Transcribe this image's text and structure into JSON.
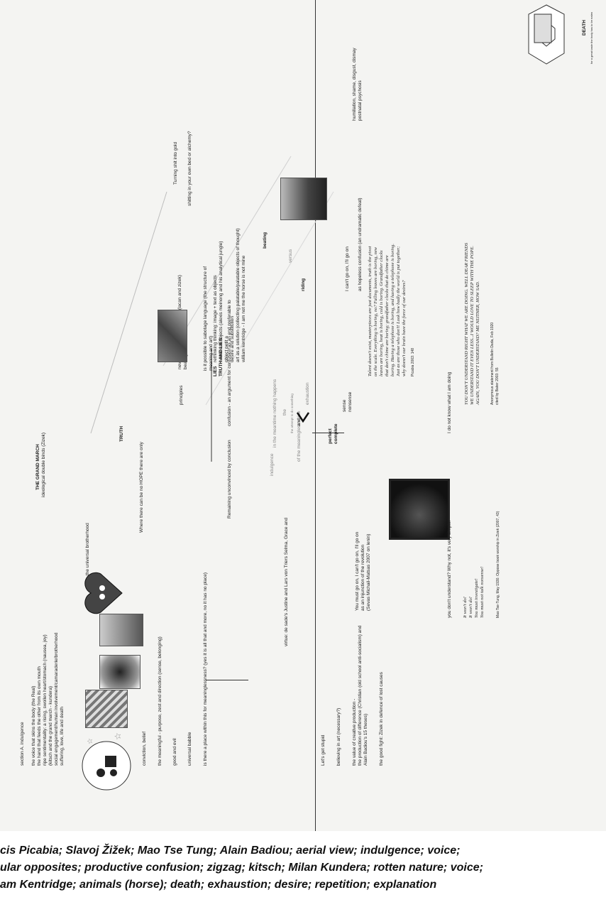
{
  "section_a": {
    "title": "section A. indulgence",
    "lines": [
      "the voice that skins the body (the Real)",
      "the hand that feeds the other from its own mouth",
      "ripe sentimentality: a rising, swollen heart/stomach (nausea, joy)",
      "(kitsch and the grand march - kundera)",
      "social engagement/human involvement/camaraderie/brotherhood",
      "suffering, love, life and death"
    ],
    "conviction": "conviction, belief",
    "meaningful": "the meaningful - purpose, zest and direction (sense, belonging)",
    "good_evil": "good and evil",
    "babble": "universal babble",
    "place": "is there a place within this for meaninglessness? (yes it is all that and more, no it has no place)"
  },
  "left_bottom": {
    "stupid": "Let's get stupid",
    "believing": "believing in art (necessary?)",
    "value": [
      "the value of creative production -",
      "the production of difference (Christian (old school anti-socialism) and",
      "Alain Badiou's 15 theses)"
    ],
    "fight": "the good fight: Zizek in defence of lost causes"
  },
  "middle": {
    "brotherhood": "the universal brotherhood",
    "hope": "Where there can be no HOPE there are only",
    "virtue": "virtue: de sade's Justine and Lars von Triers Selma, Grace and",
    "must_go_on": [
      "You must go on, I can't go on, I'll go on",
      "as an injunction of the revolution",
      "(Sevas Michail-Matsas 2007 on lenin)"
    ],
    "understand": "you don't understand? Why not, it's very simple!",
    "mao_quote": [
      "It won't do!",
      "It won't do!",
      "You must investigate!",
      "You must not talk nonsense!"
    ],
    "mao_cite": "Mao Tse-Tung, May 1930. Oppose book worship in Zizek (2007, 43)"
  },
  "grand_march": {
    "title": "THE GRAND MARCH",
    "sub": "ideological double binds (Zizek)",
    "truth": "TRUTH",
    "remaining": "Remaining unconvinced by conclusion",
    "indulgence": "indulgence",
    "meantime": "in the meantime nothing happens",
    "perfect": "perfect",
    "complete": "complete",
    "the": "the",
    "and": "and",
    "attempt": "the attempt to do something",
    "exhaustion": "exhaustion",
    "meaningless": "of the meaningless voice",
    "sense": "sense",
    "nonsense": "nonsense",
    "confusion": "confusion - an argument for confusion as an end preferable to"
  },
  "center": {
    "lies_title": "LIES",
    "truth_lies": "TRUTH AND LIES",
    "principles": "principles",
    "never_give": "never give up on your desire (lacan and zizek)",
    "beating": "beating the dead horse",
    "sabotage": [
      "is it possible to sabotage language (the structure of",
      "meaning and art)"
    ],
    "rethinking": [
      "rethinking thinking: image + text as objects",
      "homeless objects (alexis meinong and his analytical jungle)",
      "object petit a",
      "desire and substitution",
      "art as a solution (collecting palatable/palatable objects of thought)",
      "william kentridge - I am not me the horse is not mine"
    ],
    "cant_go_on": "I can't go on, I'll go on",
    "hopeless": "as hopeless confusion (an undramatic defeat)",
    "picabia_quote": [
      "Talent doesn't exist, masterpieces are just documents, truth is the pivot",
      "on the scale. Everything is boring, no? Falling leaves are boring, new",
      "leaves are boring, heat is boring, cold is boring. Grandfather clocks",
      "that don't chime are boring; grandfather clocks that do chime are",
      "boring. Having a telephone is boring, and having a telephone is boring.",
      "Just as are those who don't! Look how badly the world is put together;",
      "why doesn't our brain have the force of our desires?"
    ],
    "picabia_cite": "Picabia 2003: 148",
    "dont_know": "I do not know what I am doing",
    "caps": [
      "YOU DON'T UNDERSTAND RIGHT WHAT WE ARE DOING. WELL DEAR FRIENDS",
      "WE UNDERSTAND IT EVEN LESS...I WOULD LOVE TO SLEEP WITH THE POPE.",
      "AGAIN, YOU DON'T UNDERSTAND? ME NEITHER, HOW SAD."
    ],
    "caps_cite": [
      "Anonymous statement from Bulletin Dada, Feb 1920",
      "cited by Baker 2003: 55"
    ]
  },
  "right": {
    "gold": "Turning shit into gold",
    "shitting": "shitting in your own bed or alchemy?",
    "beating_label": "beating",
    "versus": "versus",
    "riding": "riding",
    "humiliation": "humiliation, shame, disgust, dismay",
    "postnatal": "postnatal psychosis",
    "death": "DEATH",
    "death_sub": "for a great taste the body has to be eaten"
  },
  "caption": {
    "line1": "cis Picabia; Slavoj Žižek; Mao Tse Tung; Alain Badiou;  aerial view; indulgence; voice;",
    "line2": "ular opposites; productive confusion; zigzag; kitsch; Milan Kundera; rotten nature; voice;",
    "line3": "am Kentridge; animals (horse); death; exhaustion; desire; repetition; explanation"
  }
}
